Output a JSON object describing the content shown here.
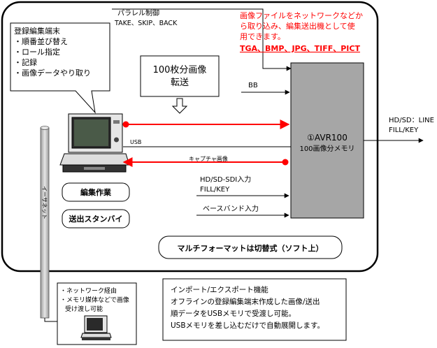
{
  "top": {
    "parallel_label": "パラレル制御",
    "parallel_cmds": "TAKE、SKIP、BACK",
    "network_note": [
      "画像ファイルをネットワークなどか",
      "ら取り込み、編集送出機として使",
      "用できます。"
    ],
    "formats": "TGA、BMP、JPG、TIFF、PICT"
  },
  "terminal_callout": {
    "title": "登録編集端末",
    "items": [
      "・順番並び替え",
      "・ロール指定",
      "・記録",
      "・画像データやり取り"
    ]
  },
  "transfer_callout": {
    "line1": "100枚分画像",
    "line2": "転送"
  },
  "signals": {
    "bb": "BB",
    "usb": "USB",
    "capture": "キャプチャ画像",
    "sdi_in": "HD/SD-SDI入力",
    "fill_key_in": "FILL/KEY",
    "baseband": "ベースバンド入力",
    "out_line1": "HD/SD：LINE",
    "out_line2": "FILL/KEY"
  },
  "device": {
    "name": "①AVR100",
    "memory": "100画像分メモリ"
  },
  "buttons": {
    "edit": "編集作業",
    "standby": "送出スタンバイ"
  },
  "multiformat": "マルチフォーマットは切替式（ソフト上）",
  "ethernet": "イーサネット",
  "network_box": {
    "lines": [
      "・ネットワーク経由",
      "・メモリ媒体などで画像",
      "受け渡し可能"
    ]
  },
  "info_box": {
    "lines": [
      "インポート/エクスポート機能",
      "オフラインの登録編集端末作成した画像/送出",
      "順データをUSBメモリで受渡し可能。",
      "USBメモリを差し込むだけで自動展開します。"
    ]
  },
  "colors": {
    "red": "#ff0000",
    "device_fill": "#a6a6a6",
    "pole": "#c8c8c8"
  }
}
